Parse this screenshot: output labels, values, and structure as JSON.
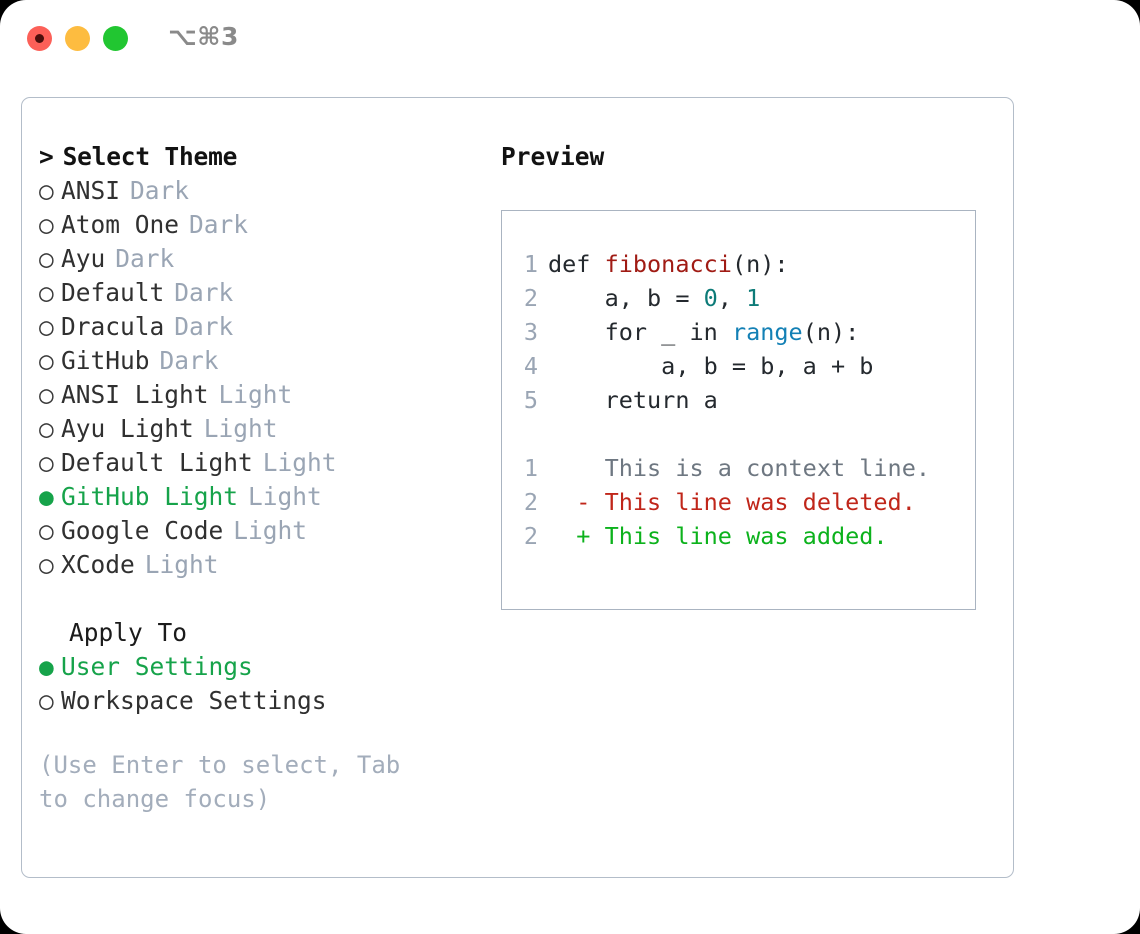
{
  "titlebar": {
    "shortcut": "⌥⌘3",
    "lights": [
      "close-red",
      "minimize-yellow",
      "maximize-green"
    ]
  },
  "theme_picker": {
    "header": "Select Theme",
    "caret": ">",
    "bullet_unselected": "○",
    "bullet_selected": "●",
    "items": [
      {
        "name": "ANSI",
        "suffix": "Dark",
        "selected": false
      },
      {
        "name": "Atom One",
        "suffix": "Dark",
        "selected": false
      },
      {
        "name": "Ayu",
        "suffix": "Dark",
        "selected": false
      },
      {
        "name": "Default",
        "suffix": "Dark",
        "selected": false
      },
      {
        "name": "Dracula",
        "suffix": "Dark",
        "selected": false
      },
      {
        "name": "GitHub",
        "suffix": "Dark",
        "selected": false
      },
      {
        "name": "ANSI Light",
        "suffix": "Light",
        "selected": false
      },
      {
        "name": "Ayu Light",
        "suffix": "Light",
        "selected": false
      },
      {
        "name": "Default Light",
        "suffix": "Light",
        "selected": false
      },
      {
        "name": "GitHub Light",
        "suffix": "Light",
        "selected": true
      },
      {
        "name": "Google Code",
        "suffix": "Light",
        "selected": false
      },
      {
        "name": "XCode",
        "suffix": "Light",
        "selected": false
      }
    ]
  },
  "apply_to": {
    "label": "Apply To",
    "options": [
      {
        "name": "User Settings",
        "selected": true
      },
      {
        "name": "Workspace Settings",
        "selected": false
      }
    ]
  },
  "hint": "(Use Enter to select, Tab to change focus)",
  "preview": {
    "title": "Preview",
    "code": [
      {
        "num": "1",
        "tokens": [
          {
            "t": "def ",
            "c": "plain"
          },
          {
            "t": "fibonacci",
            "c": "fn"
          },
          {
            "t": "(n):",
            "c": "plain"
          }
        ]
      },
      {
        "num": "2",
        "tokens": [
          {
            "t": "    a, b = ",
            "c": "plain"
          },
          {
            "t": "0",
            "c": "num"
          },
          {
            "t": ", ",
            "c": "plain"
          },
          {
            "t": "1",
            "c": "num"
          }
        ]
      },
      {
        "num": "3",
        "tokens": [
          {
            "t": "    for _ in ",
            "c": "plain"
          },
          {
            "t": "range",
            "c": "call"
          },
          {
            "t": "(n):",
            "c": "plain"
          }
        ]
      },
      {
        "num": "4",
        "tokens": [
          {
            "t": "        a, b = b, a + b",
            "c": "plain"
          }
        ]
      },
      {
        "num": "5",
        "tokens": [
          {
            "t": "    return a",
            "c": "plain"
          }
        ]
      }
    ],
    "diff": [
      {
        "num": "1",
        "marker": " ",
        "text": " This is a context line.",
        "kind": "ctx"
      },
      {
        "num": "2",
        "marker": "-",
        "text": " This line was deleted.",
        "kind": "del"
      },
      {
        "num": "2",
        "marker": "+",
        "text": " This line was added.",
        "kind": "add"
      }
    ]
  },
  "colors": {
    "accent_green": "#16a34a",
    "diff_add": "#0cb21c",
    "diff_del": "#c0261a",
    "muted": "#9aa5b4",
    "border": "#b3bdc9"
  }
}
